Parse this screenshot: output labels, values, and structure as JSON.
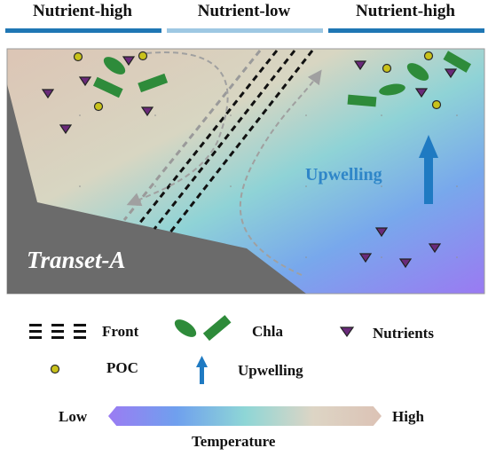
{
  "headers": [
    {
      "label": "Nutrient-high",
      "bar_color": "#1f77b4"
    },
    {
      "label": "Nutrient-low",
      "bar_color": "#9ec8e3"
    },
    {
      "label": "Nutrient-high",
      "bar_color": "#1f77b4"
    }
  ],
  "region_label": "Transet-A",
  "upwelling_label": "Upwelling",
  "legend": {
    "front": "Front",
    "chla": "Chla",
    "nutrients": "Nutrients",
    "poc": "POC",
    "upwelling": "Upwelling"
  },
  "temperature": {
    "low": "Low",
    "high": "High",
    "title": "Temperature",
    "colors": [
      "#9b7cf3",
      "#6fa0ee",
      "#8ed6d6",
      "#ddd5c5",
      "#dcc2b5"
    ]
  },
  "colors": {
    "land": "#6b6b6b",
    "chla": "#2e8b3a",
    "poc": "#c9c21a",
    "nutrient_fill": "#6a2a7a",
    "upwelling_arrow": "#1f7ac2",
    "front": "#111111",
    "current": "#a0a0a0"
  }
}
